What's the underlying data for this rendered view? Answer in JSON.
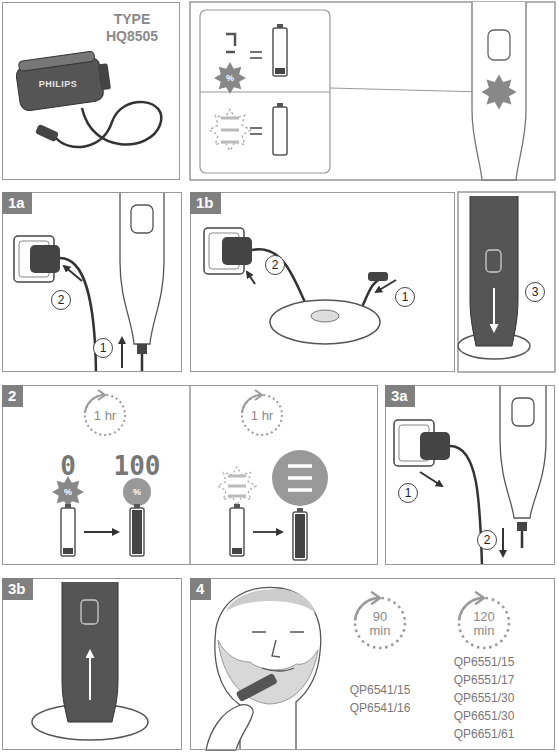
{
  "diagram": {
    "nodes": [
      {
        "text": [
          "TYPE HQ8505"
        ]
      },
      {
        "text": [
          "1a"
        ]
      },
      {
        "text": [
          "1b"
        ]
      },
      {
        "text": [
          "2"
        ]
      },
      {
        "text": [
          "3a"
        ]
      },
      {
        "text": [
          "3b"
        ]
      },
      {
        "text": [
          "4"
        ]
      }
    ],
    "labels": [
      "PHILIPS",
      "%",
      "2",
      "1",
      "2",
      "1",
      "3",
      "1 hr",
      "0",
      "100",
      "%",
      "%",
      "1 hr",
      "1",
      "2",
      "90 min",
      "120 min",
      "QP6541/15",
      "QP6541/16",
      "QP6551/15",
      "QP6551/17",
      "QP6551/30",
      "QP6651/30",
      "QP6651/61"
    ]
  }
}
